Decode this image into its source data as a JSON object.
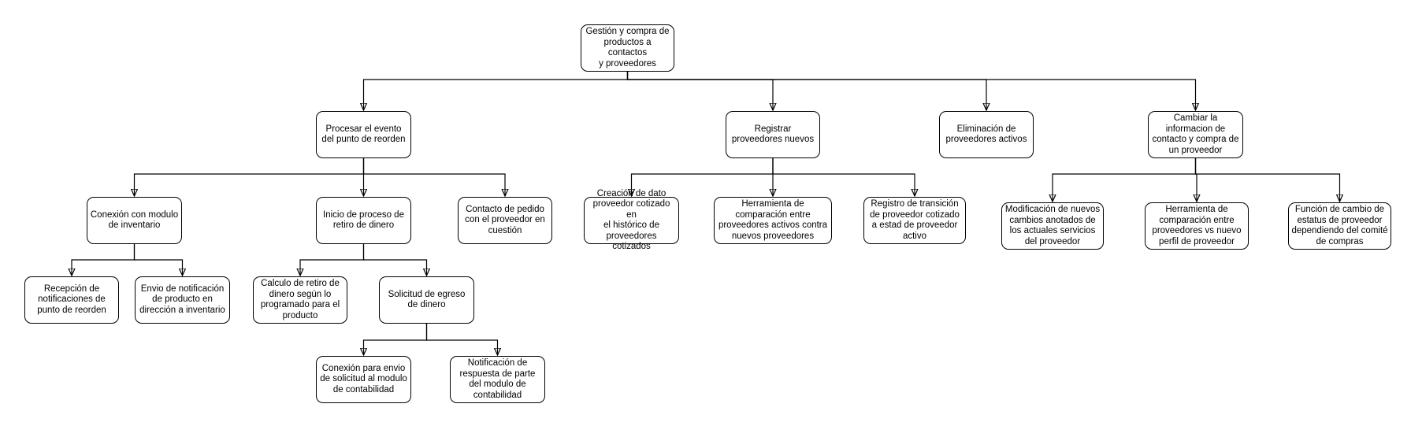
{
  "diagram": {
    "stroke_color": "#000000",
    "node_fill": "#ffffff",
    "nodes": {
      "root": "Gestión y compra de\nproductos a contactos\ny proveedores",
      "procesar": "Procesar el evento\ndel punto de reorden",
      "registrar": "Registrar\nproveedores nuevos",
      "eliminacion": "Eliminación de\nproveedores activos",
      "cambiar": "Cambiar la\ninformacion de\ncontacto y compra de\nun proveedor",
      "conexion_modulo": "Conexión con modulo\nde inventario",
      "inicio_retiro": "Inicio de proceso de\nretiro de dinero",
      "contacto_pedido": "Contacto de pedido\ncon el proveedor en\ncuestión",
      "creacion_dato": "Creación de dato\nproveedor cotizado en\nel histórico de\nproveedores cotizados",
      "herramienta_comp": "Herramienta de\ncomparación entre\nproveedores activos contra\nnuevos proveedores",
      "registro_transicion": "Registro de transición\nde proveedor cotizado\na estad de proveedor\nactivo",
      "modificacion": "Modificación de nuevos\ncambios anotados de\nlos actuales servicios\ndel proveedor",
      "herramienta_perfil": "Herramienta de\ncomparación entre\nproveedores vs nuevo\nperfil de proveedor",
      "funcion_cambio": "Función de cambio de\nestatus de proveedor\ndependiendo del comité\nde compras",
      "recepcion": "Recepción de\nnotificaciones de\npunto de reorden",
      "envio_notif": "Envio de notificación\nde producto en\ndirección a inventario",
      "calculo_retiro": "Calculo de retiro de\ndinero según lo\nprogramado para el\nproducto",
      "solicitud_egreso": "Solicitud de egreso\nde dinero",
      "conexion_envio": "Conexión para envio\nde solicitud al modulo\nde contabilidad",
      "notificacion_resp": "Notificación de\nrespuesta de parte\ndel modulo de\ncontabilidad"
    }
  }
}
